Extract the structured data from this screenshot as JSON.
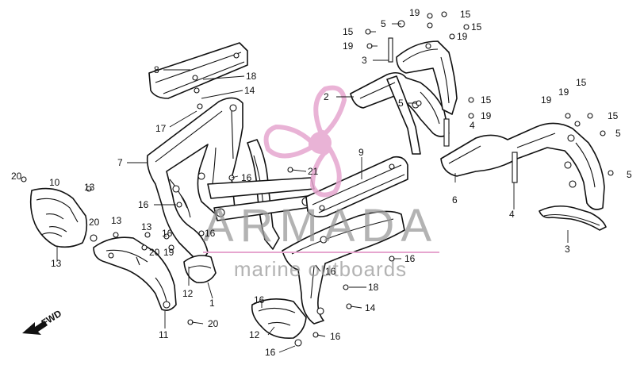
{
  "diagram": {
    "fwd_label": "FWD",
    "callouts": [
      {
        "id": "c1",
        "text": "1"
      },
      {
        "id": "c2",
        "text": "2"
      },
      {
        "id": "c3a",
        "text": "3"
      },
      {
        "id": "c3b",
        "text": "3"
      },
      {
        "id": "c4a",
        "text": "4"
      },
      {
        "id": "c4b",
        "text": "4"
      },
      {
        "id": "c5a",
        "text": "5"
      },
      {
        "id": "c5b",
        "text": "5"
      },
      {
        "id": "c5c",
        "text": "5"
      },
      {
        "id": "c5d",
        "text": "5"
      },
      {
        "id": "c6",
        "text": "6"
      },
      {
        "id": "c7",
        "text": "7"
      },
      {
        "id": "c8",
        "text": "8"
      },
      {
        "id": "c9",
        "text": "9"
      },
      {
        "id": "c10",
        "text": "10"
      },
      {
        "id": "c11",
        "text": "11"
      },
      {
        "id": "c12a",
        "text": "12"
      },
      {
        "id": "c12b",
        "text": "12"
      },
      {
        "id": "c13a",
        "text": "13"
      },
      {
        "id": "c13b",
        "text": "13"
      },
      {
        "id": "c13c",
        "text": "13"
      },
      {
        "id": "c13d",
        "text": "13"
      },
      {
        "id": "c14a",
        "text": "14"
      },
      {
        "id": "c14b",
        "text": "14"
      },
      {
        "id": "c15a",
        "text": "15"
      },
      {
        "id": "c15b",
        "text": "15"
      },
      {
        "id": "c15c",
        "text": "15"
      },
      {
        "id": "c15d",
        "text": "15"
      },
      {
        "id": "c15e",
        "text": "15"
      },
      {
        "id": "c15f",
        "text": "15"
      },
      {
        "id": "c16a",
        "text": "16"
      },
      {
        "id": "c16b",
        "text": "16"
      },
      {
        "id": "c16c",
        "text": "16"
      },
      {
        "id": "c16d",
        "text": "16"
      },
      {
        "id": "c16e",
        "text": "16"
      },
      {
        "id": "c16f",
        "text": "16"
      },
      {
        "id": "c16g",
        "text": "16"
      },
      {
        "id": "c16h",
        "text": "16"
      },
      {
        "id": "c16i",
        "text": "16"
      },
      {
        "id": "c17",
        "text": "17"
      },
      {
        "id": "c18a",
        "text": "18"
      },
      {
        "id": "c18b",
        "text": "18"
      },
      {
        "id": "c19a",
        "text": "19"
      },
      {
        "id": "c19b",
        "text": "19"
      },
      {
        "id": "c19c",
        "text": "19"
      },
      {
        "id": "c19d",
        "text": "19"
      },
      {
        "id": "c19e",
        "text": "19"
      },
      {
        "id": "c19f",
        "text": "19"
      },
      {
        "id": "c19g",
        "text": "19"
      },
      {
        "id": "c20a",
        "text": "20"
      },
      {
        "id": "c20b",
        "text": "20"
      },
      {
        "id": "c20c",
        "text": "20"
      },
      {
        "id": "c20d",
        "text": "20"
      },
      {
        "id": "c21",
        "text": "21"
      }
    ]
  },
  "watermark": {
    "brand": "ARMADA",
    "tagline": "marine outboards",
    "logo_color": "#e6a6cf",
    "text_color": "#9a9a9a",
    "logo_icon": "propeller-icon"
  },
  "colors": {
    "line": "#111111",
    "background": "#ffffff"
  }
}
